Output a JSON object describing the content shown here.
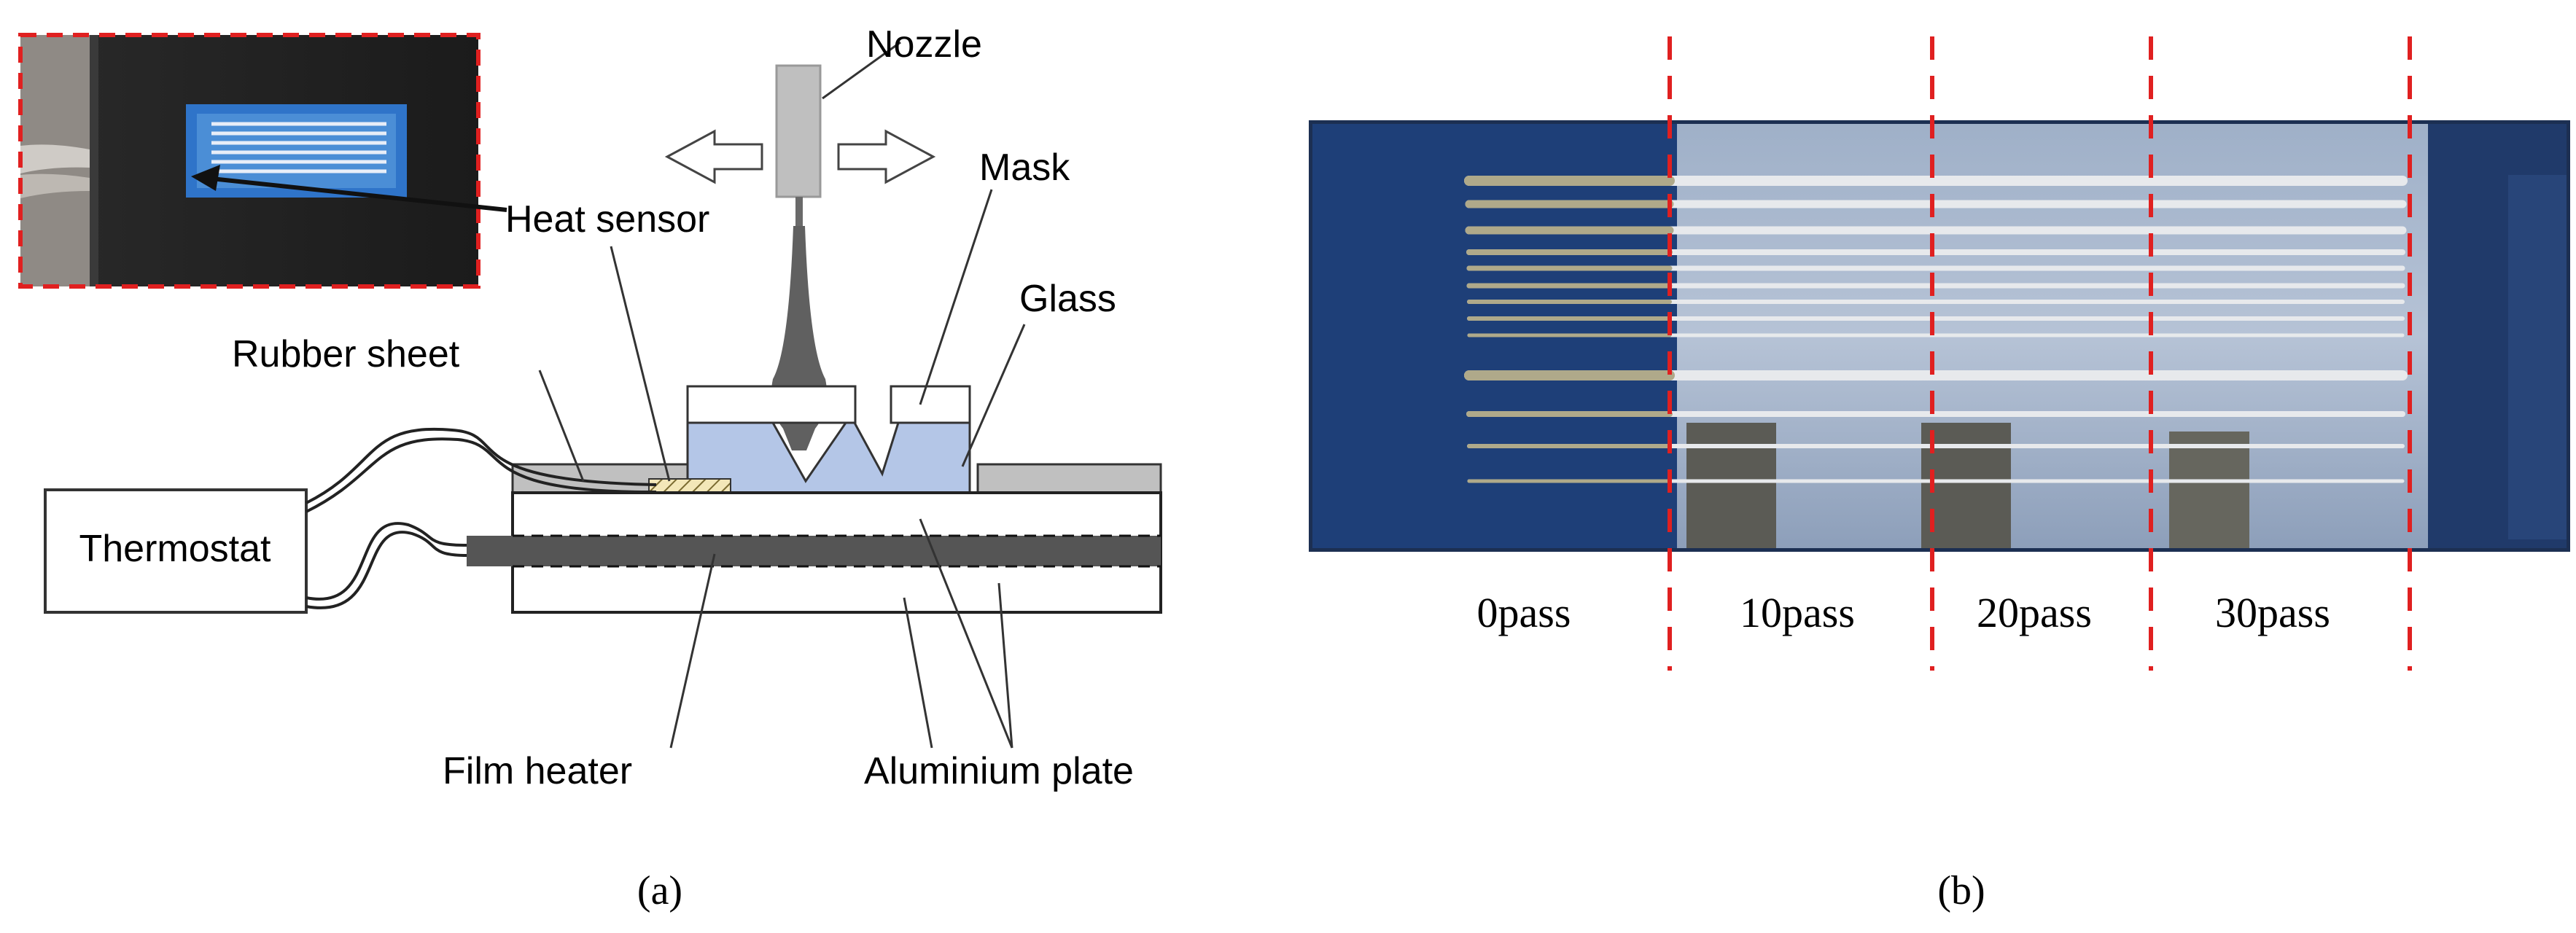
{
  "panel_a": {
    "labels": {
      "nozzle": "Nozzle",
      "mask": "Mask",
      "heat_sensor": "Heat sensor",
      "glass": "Glass",
      "rubber_sheet": "Rubber sheet",
      "thermostat": "Thermostat",
      "film_heater": "Film heater",
      "aluminium_plate": "Aluminium plate"
    },
    "caption": "(a)"
  },
  "panel_b": {
    "pass_labels": [
      "0pass",
      "10pass",
      "20pass",
      "30pass"
    ],
    "caption": "(b)"
  },
  "colors": {
    "dashed_divider": "#e02020",
    "substrate_blue": "#1e3f78",
    "glass_fill": "#b4c6e7",
    "rubber_fill": "#c0c0c0",
    "heater_fill": "#555555",
    "nozzle_fill": "#bfbfbf",
    "jet_fill": "#606060"
  }
}
